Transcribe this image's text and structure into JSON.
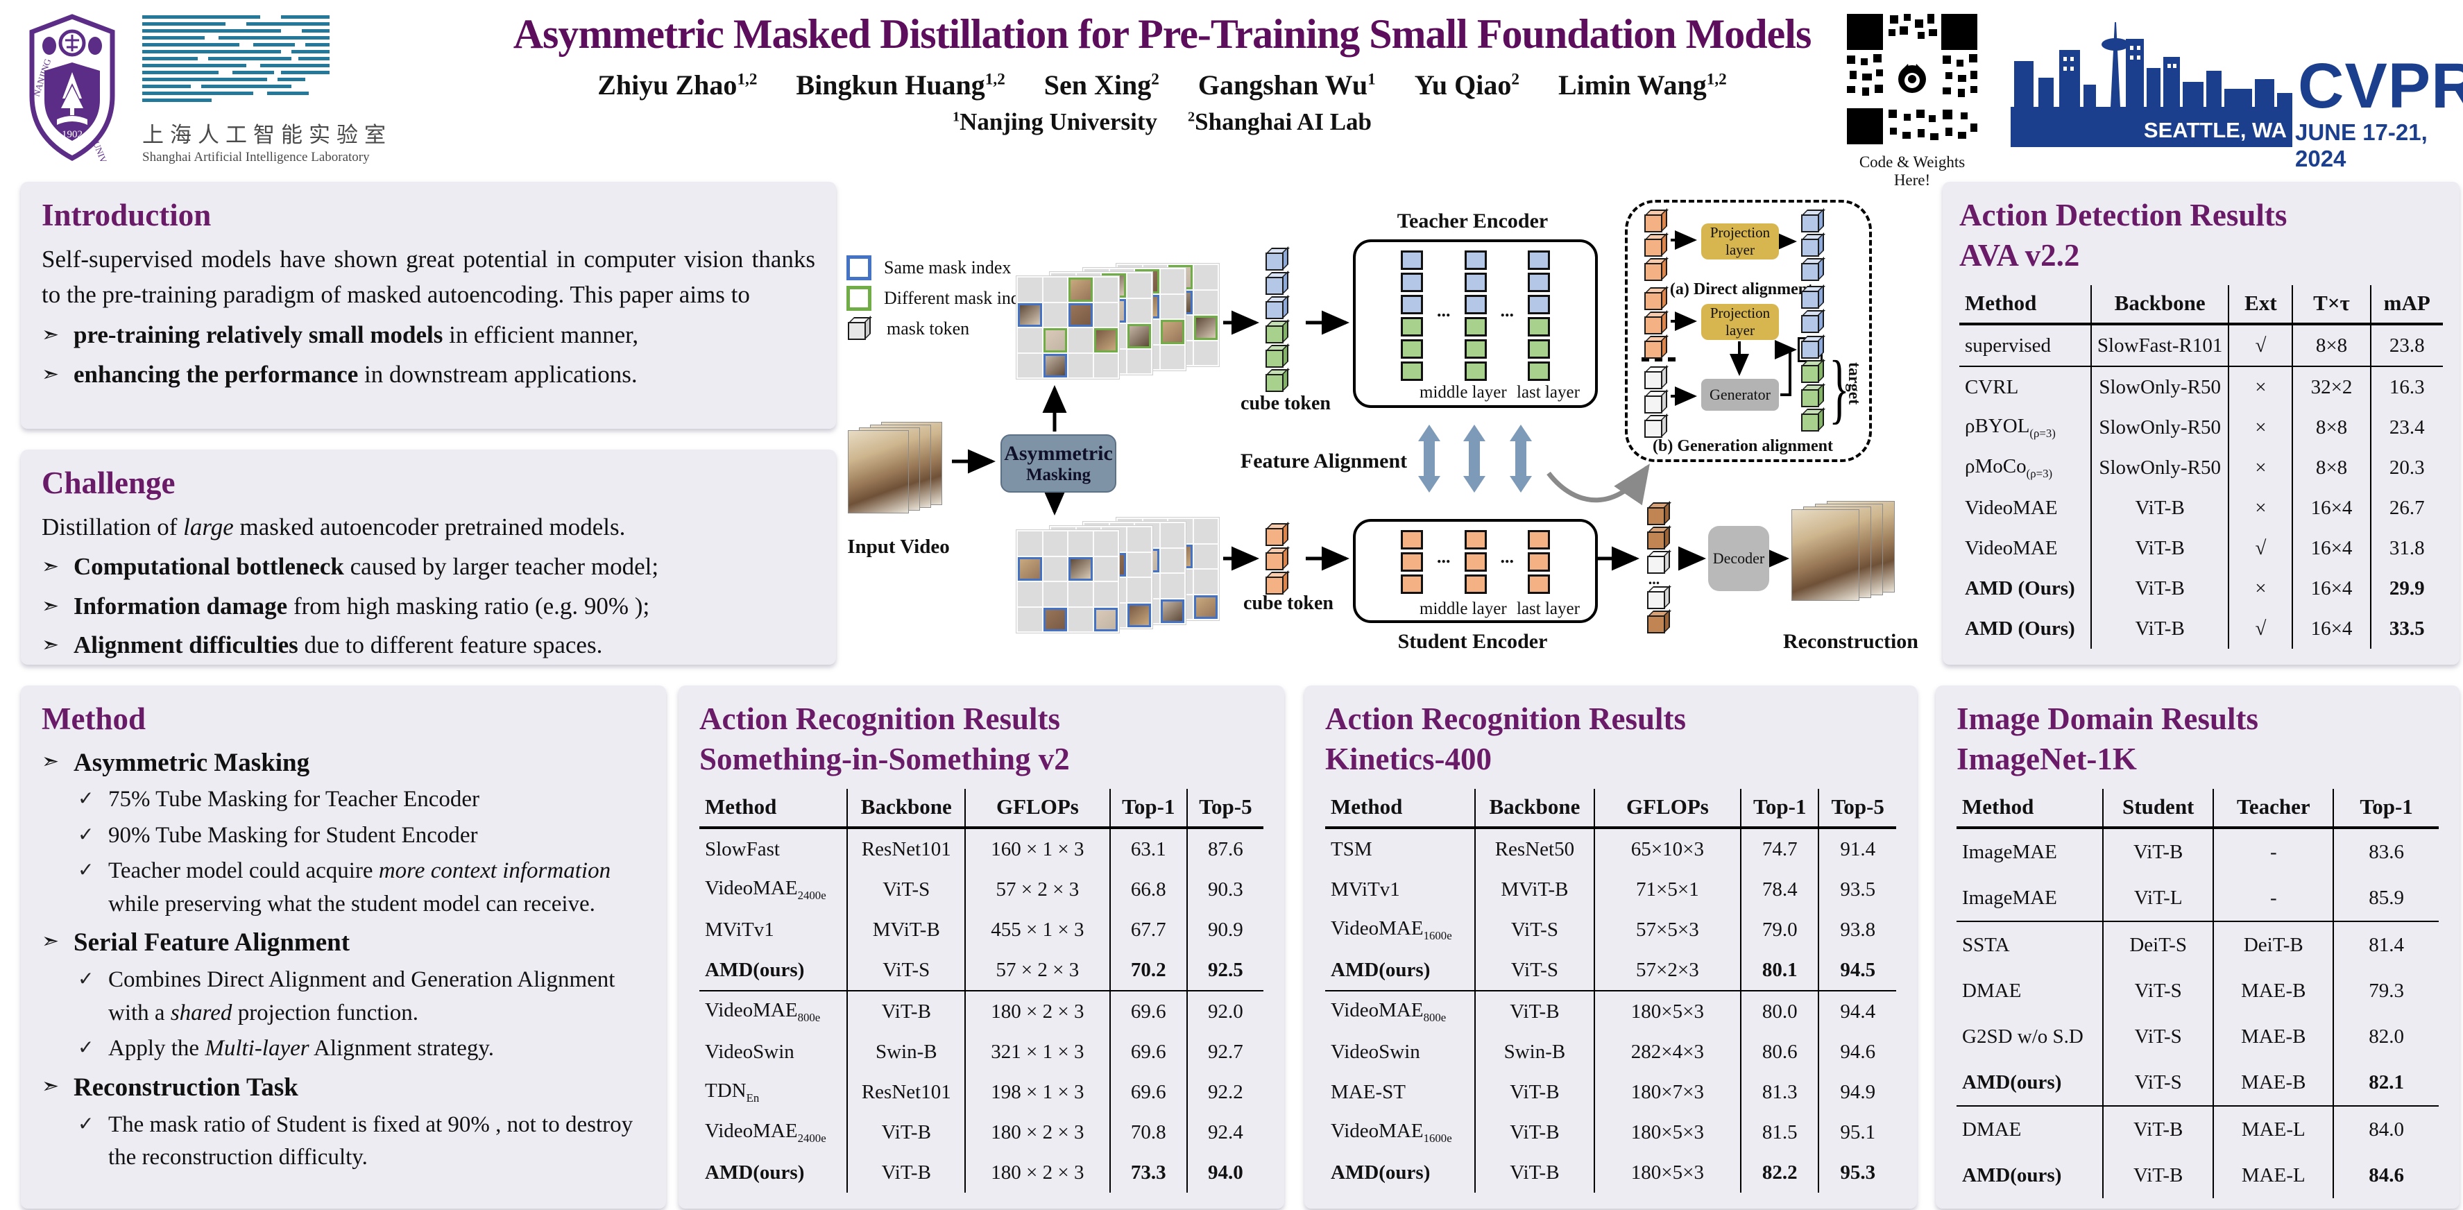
{
  "meta": {
    "bullet": "➣",
    "check": "✓",
    "accent_purple": "#6a1b68",
    "title_purple": "#5c0e5c",
    "cvpr_blue": "#1b3f8c",
    "panel_bg": "#edecf3"
  },
  "header": {
    "title": "Asymmetric Masked Distillation for Pre-Training Small Foundation Models",
    "authors": [
      {
        "n": "Zhiyu Zhao",
        "s": "1,2"
      },
      {
        "n": "Bingkun Huang",
        "s": "1,2"
      },
      {
        "n": "Sen Xing",
        "s": "2"
      },
      {
        "n": "Gangshan Wu",
        "s": "1"
      },
      {
        "n": "Yu Qiao",
        "s": "2"
      },
      {
        "n": "Limin Wang",
        "s": "1,2"
      }
    ],
    "affils": [
      {
        "s": "1",
        "n": "Nanjing University"
      },
      {
        "s": "2",
        "n": "Shanghai AI Lab"
      }
    ],
    "nju": {
      "left": "NANJING",
      "right": "UNIVERSITY",
      "year": "1902"
    },
    "ailab": {
      "zh": "上海人工智能实验室",
      "en": "Shanghai Artificial Intelligence Laboratory"
    },
    "qr_caption": "Code & Weights Here!",
    "cvpr": {
      "name": "CVPR",
      "location": "SEATTLE, WA",
      "dates": "JUNE 17-21, 2024"
    }
  },
  "intro": {
    "title": "Introduction",
    "para": "Self-supervised models have shown great potential in computer vision thanks to the pre-training paradigm of masked autoencoding. This paper aims to",
    "bullets": [
      {
        "b": "pre-training relatively small models",
        "r": " in efficient manner,"
      },
      {
        "b": "enhancing the performance",
        "r": " in downstream applications."
      }
    ]
  },
  "challenge": {
    "title": "Challenge",
    "lead": "Distillation of *large* masked autoencoder pretrained models.",
    "bullets": [
      {
        "b": "Computational bottleneck",
        "r": " caused by larger teacher model;"
      },
      {
        "b": "Information damage",
        "r": " from high masking ratio (e.g. 90% );"
      },
      {
        "b": "Alignment difficulties",
        "r": " due to different feature spaces."
      }
    ]
  },
  "method": {
    "title": "Method",
    "items": [
      {
        "title": "Asymmetric Masking",
        "checks": [
          "75% Tube Masking for Teacher Encoder",
          "90% Tube Masking for Student Encoder",
          "Teacher model could acquire *more context information* while preserving what the student model can receive."
        ]
      },
      {
        "title": "Serial Feature Alignment",
        "checks": [
          "Combines Direct Alignment and Generation Alignment with a *shared* projection function.",
          "Apply the *Multi-layer* Alignment strategy."
        ]
      },
      {
        "title": "Reconstruction Task",
        "checks": [
          "The mask ratio of  Student is fixed at 90% , not to destroy the reconstruction difficulty."
        ]
      }
    ]
  },
  "tables": {
    "ava": {
      "t1": "Action Detection Results",
      "t2": "AVA v2.2",
      "headers": [
        "Method",
        "Backbone",
        "Ext",
        "T×τ",
        "mAP"
      ],
      "rows": [
        {
          "c": [
            "supervised",
            "SlowFast-R101",
            "√",
            "8×8",
            "23.8"
          ],
          "d": true
        },
        {
          "c": [
            "CVRL",
            "SlowOnly-R50",
            "×",
            "32×2",
            "16.3"
          ]
        },
        {
          "c": [
            "ρBYOL~(ρ=3)~",
            "SlowOnly-R50",
            "×",
            "8×8",
            "23.4"
          ]
        },
        {
          "c": [
            "ρMoCo~(ρ=3)~",
            "SlowOnly-R50",
            "×",
            "8×8",
            "20.3"
          ]
        },
        {
          "c": [
            "VideoMAE",
            "ViT-B",
            "×",
            "16×4",
            "26.7"
          ]
        },
        {
          "c": [
            "VideoMAE",
            "ViT-B",
            "√",
            "16×4",
            "31.8"
          ]
        },
        {
          "c": [
            "AMD (Ours)",
            "ViT-B",
            "×",
            "16×4",
            "29.9"
          ],
          "b": [
            0,
            4
          ]
        },
        {
          "c": [
            "AMD (Ours)",
            "ViT-B",
            "√",
            "16×4",
            "33.5"
          ],
          "b": [
            0,
            4
          ]
        }
      ]
    },
    "ssv2": {
      "t1": "Action Recognition Results",
      "t2": "Something-in-Something v2",
      "headers": [
        "Method",
        "Backbone",
        "GFLOPs",
        "Top-1",
        "Top-5"
      ],
      "rows": [
        {
          "c": [
            "SlowFast",
            "ResNet101",
            "160 × 1 × 3",
            "63.1",
            "87.6"
          ]
        },
        {
          "c": [
            "VideoMAE~2400e~",
            "ViT-S",
            "57 × 2 × 3",
            "66.8",
            "90.3"
          ]
        },
        {
          "c": [
            "MViTv1",
            "MViT-B",
            "455 × 1 × 3",
            "67.7",
            "90.9"
          ]
        },
        {
          "c": [
            "AMD(ours)",
            "ViT-S",
            "57 × 2 × 3",
            "70.2",
            "92.5"
          ],
          "b": [
            0,
            3,
            4
          ],
          "d": true
        },
        {
          "c": [
            "VideoMAE~800e~",
            "ViT-B",
            "180 × 2 × 3",
            "69.6",
            "92.0"
          ]
        },
        {
          "c": [
            "VideoSwin",
            "Swin-B",
            "321 × 1 × 3",
            "69.6",
            "92.7"
          ]
        },
        {
          "c": [
            "TDN~En~",
            "ResNet101",
            "198 × 1 × 3",
            "69.6",
            "92.2"
          ]
        },
        {
          "c": [
            "VideoMAE~2400e~",
            "ViT-B",
            "180 × 2 × 3",
            "70.8",
            "92.4"
          ]
        },
        {
          "c": [
            "AMD(ours)",
            "ViT-B",
            "180 × 2 × 3",
            "73.3",
            "94.0"
          ],
          "b": [
            0,
            3,
            4
          ]
        }
      ]
    },
    "k400": {
      "t1": "Action Recognition Results",
      "t2": "Kinetics-400",
      "headers": [
        "Method",
        "Backbone",
        "GFLOPs",
        "Top-1",
        "Top-5"
      ],
      "rows": [
        {
          "c": [
            "TSM",
            "ResNet50",
            "65×10×3",
            "74.7",
            "91.4"
          ]
        },
        {
          "c": [
            "MViTv1",
            "MViT-B",
            "71×5×1",
            "78.4",
            "93.5"
          ]
        },
        {
          "c": [
            "VideoMAE~1600e~",
            "ViT-S",
            "57×5×3",
            "79.0",
            "93.8"
          ]
        },
        {
          "c": [
            "AMD(ours)",
            "ViT-S",
            "57×2×3",
            "80.1",
            "94.5"
          ],
          "b": [
            0,
            3,
            4
          ],
          "d": true
        },
        {
          "c": [
            "VideoMAE~800e~",
            "ViT-B",
            "180×5×3",
            "80.0",
            "94.4"
          ]
        },
        {
          "c": [
            "VideoSwin",
            "Swin-B",
            "282×4×3",
            "80.6",
            "94.6"
          ]
        },
        {
          "c": [
            "MAE-ST",
            "ViT-B",
            "180×7×3",
            "81.3",
            "94.9"
          ]
        },
        {
          "c": [
            "VideoMAE~1600e~",
            "ViT-B",
            "180×5×3",
            "81.5",
            "95.1"
          ]
        },
        {
          "c": [
            "AMD(ours)",
            "ViT-B",
            "180×5×3",
            "82.2",
            "95.3"
          ],
          "b": [
            0,
            3,
            4
          ]
        }
      ]
    },
    "imagenet": {
      "t1": "Image Domain Results",
      "t2": "ImageNet-1K",
      "headers": [
        "Method",
        "Student",
        "Teacher",
        "Top-1"
      ],
      "rows": [
        {
          "c": [
            "ImageMAE",
            "ViT-B",
            "-",
            "83.6"
          ]
        },
        {
          "c": [
            "ImageMAE",
            "ViT-L",
            "-",
            "85.9"
          ],
          "d": true
        },
        {
          "c": [
            "SSTA",
            "DeiT-S",
            "DeiT-B",
            "81.4"
          ]
        },
        {
          "c": [
            "DMAE",
            "ViT-S",
            "MAE-B",
            "79.3"
          ]
        },
        {
          "c": [
            "G2SD w/o S.D",
            "ViT-S",
            "MAE-B",
            "82.0"
          ]
        },
        {
          "c": [
            "AMD(ours)",
            "ViT-S",
            "MAE-B",
            "82.1"
          ],
          "b": [
            0,
            3
          ],
          "d": true
        },
        {
          "c": [
            "DMAE",
            "ViT-B",
            "MAE-L",
            "84.0"
          ]
        },
        {
          "c": [
            "AMD(ours)",
            "ViT-B",
            "MAE-L",
            "84.6"
          ],
          "b": [
            0,
            3
          ]
        }
      ]
    }
  },
  "diagram": {
    "legend": [
      {
        "swatch": "same",
        "label": "Same mask index"
      },
      {
        "swatch": "diff",
        "label": "Different mask index"
      },
      {
        "swatch": "mask",
        "label": "mask token"
      }
    ],
    "input_label": "Input Video",
    "masking_line1": "Asymmetric",
    "masking_line2": "Masking",
    "cube_token": "cube token",
    "teacher_title": "Teacher Encoder",
    "student_title": "Student Encoder",
    "middle_layer": "middle layer",
    "last_layer": "last layer",
    "feature_alignment": "Feature Alignment",
    "projection_l1": "Projection",
    "projection_l2": "layer",
    "generator": "Generator",
    "caption_a": "(a) Direct alignment",
    "caption_b": "(b) Generation alignment",
    "target": "target",
    "decoder": "Decoder",
    "reconstruction": "Reconstruction",
    "dots": "...",
    "stacks": {
      "teacher": [
        "blue",
        "blue",
        "blue",
        "green",
        "green",
        "green"
      ],
      "student": [
        "orange",
        "orange",
        "orange"
      ],
      "direct_in": [
        "orange",
        "orange",
        "orange"
      ],
      "direct_out": [
        "blue",
        "blue",
        "blue"
      ],
      "gen_in_top": [
        "orange",
        "orange",
        "orange"
      ],
      "gen_in_bottom": [
        "white",
        "white",
        "white"
      ],
      "gen_out_top": [
        "blue",
        "blue"
      ],
      "gen_out_target": [
        "blueboxed",
        "green",
        "green",
        "green"
      ],
      "student_out": [
        "brown",
        "brown",
        "white",
        "dots",
        "white",
        "brown"
      ]
    },
    "enc": {
      "teacher": [
        "blue",
        "blue",
        "blue",
        "green",
        "green",
        "green"
      ],
      "student": [
        "orange",
        "orange",
        "orange"
      ]
    },
    "grids": {
      "teacher": [
        [
          0,
          2,
          "g"
        ],
        [
          1,
          0,
          "b"
        ],
        [
          1,
          2,
          "b"
        ],
        [
          2,
          1,
          "g"
        ],
        [
          2,
          3,
          "g"
        ],
        [
          3,
          1,
          "b"
        ]
      ],
      "student": [
        [
          1,
          0,
          "b"
        ],
        [
          1,
          2,
          "b"
        ],
        [
          3,
          1,
          "b"
        ],
        [
          3,
          3,
          "b"
        ]
      ]
    }
  }
}
